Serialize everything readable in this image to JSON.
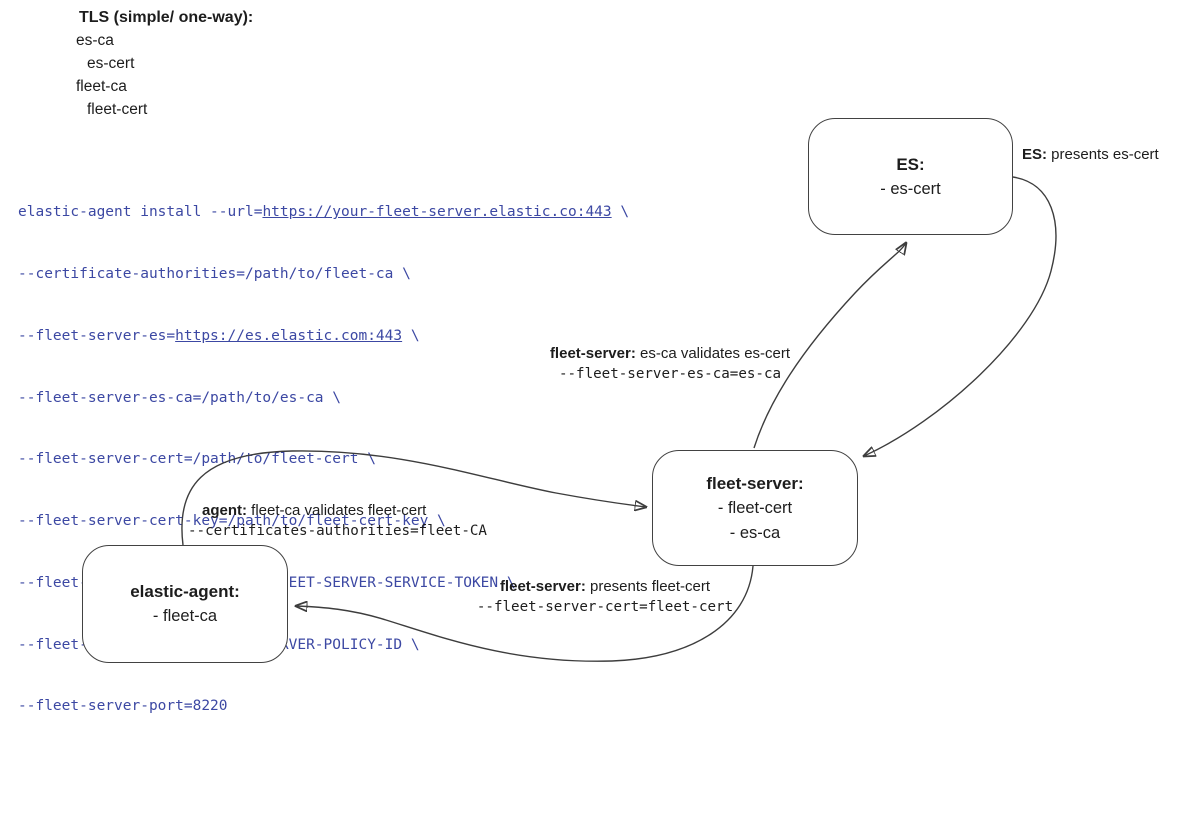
{
  "colors": {
    "background": "#ffffff",
    "code_text": "#3c48a3",
    "wire_stroke": "#3d3d3d",
    "node_border": "#424242",
    "text": "#1d1d1d"
  },
  "legend": {
    "title": "TLS (simple/ one-way):",
    "items": [
      "es-ca",
      "es-cert",
      "fleet-ca",
      "fleet-cert"
    ]
  },
  "code": {
    "lines": [
      {
        "pre": "elastic-agent install --url=",
        "url": "https://your-fleet-server.elastic.co:443",
        "post": " \\"
      },
      {
        "pre": "--certificate-authorities=/path/to/fleet-ca \\",
        "url": "",
        "post": ""
      },
      {
        "pre": "--fleet-server-es=",
        "url": "https://es.elastic.com:443",
        "post": " \\"
      },
      {
        "pre": "--fleet-server-es-ca=/path/to/es-ca \\",
        "url": "",
        "post": ""
      },
      {
        "pre": "--fleet-server-cert=/path/to/fleet-cert \\",
        "url": "",
        "post": ""
      },
      {
        "pre": "--fleet-server-cert-key=/path/to/fleet-cert-key \\",
        "url": "",
        "post": ""
      },
      {
        "pre": "--fleet-server-service-token=FLEET-SERVER-SERVICE-TOKEN \\",
        "url": "",
        "post": ""
      },
      {
        "pre": "--fleet-server-policy=FLEET-SERVER-POLICY-ID \\",
        "url": "",
        "post": ""
      },
      {
        "pre": "--fleet-server-port=8220",
        "url": "",
        "post": ""
      }
    ]
  },
  "nodes": {
    "es": {
      "title": "ES:",
      "line1": "- es-cert",
      "line2": ""
    },
    "fleet_server": {
      "title": "fleet-server:",
      "line1": "- fleet-cert",
      "line2": "- es-ca"
    },
    "agent": {
      "title": "elastic-agent:",
      "line1": "- fleet-ca",
      "line2": ""
    }
  },
  "edges": {
    "es_presents": {
      "bold": "ES:",
      "text": " presents es-cert",
      "code": ""
    },
    "fs_validates": {
      "bold": "fleet-server:",
      "text": " es-ca validates es-cert",
      "code": "--fleet-server-es-ca=es-ca"
    },
    "agent_validates": {
      "bold": "agent:",
      "text": " fleet-ca validates fleet-cert",
      "code": "--certificates-authorities=fleet-CA"
    },
    "fs_presents": {
      "bold": "fleet-server:",
      "text": " presents fleet-cert",
      "code": "--fleet-server-cert=fleet-cert"
    }
  }
}
